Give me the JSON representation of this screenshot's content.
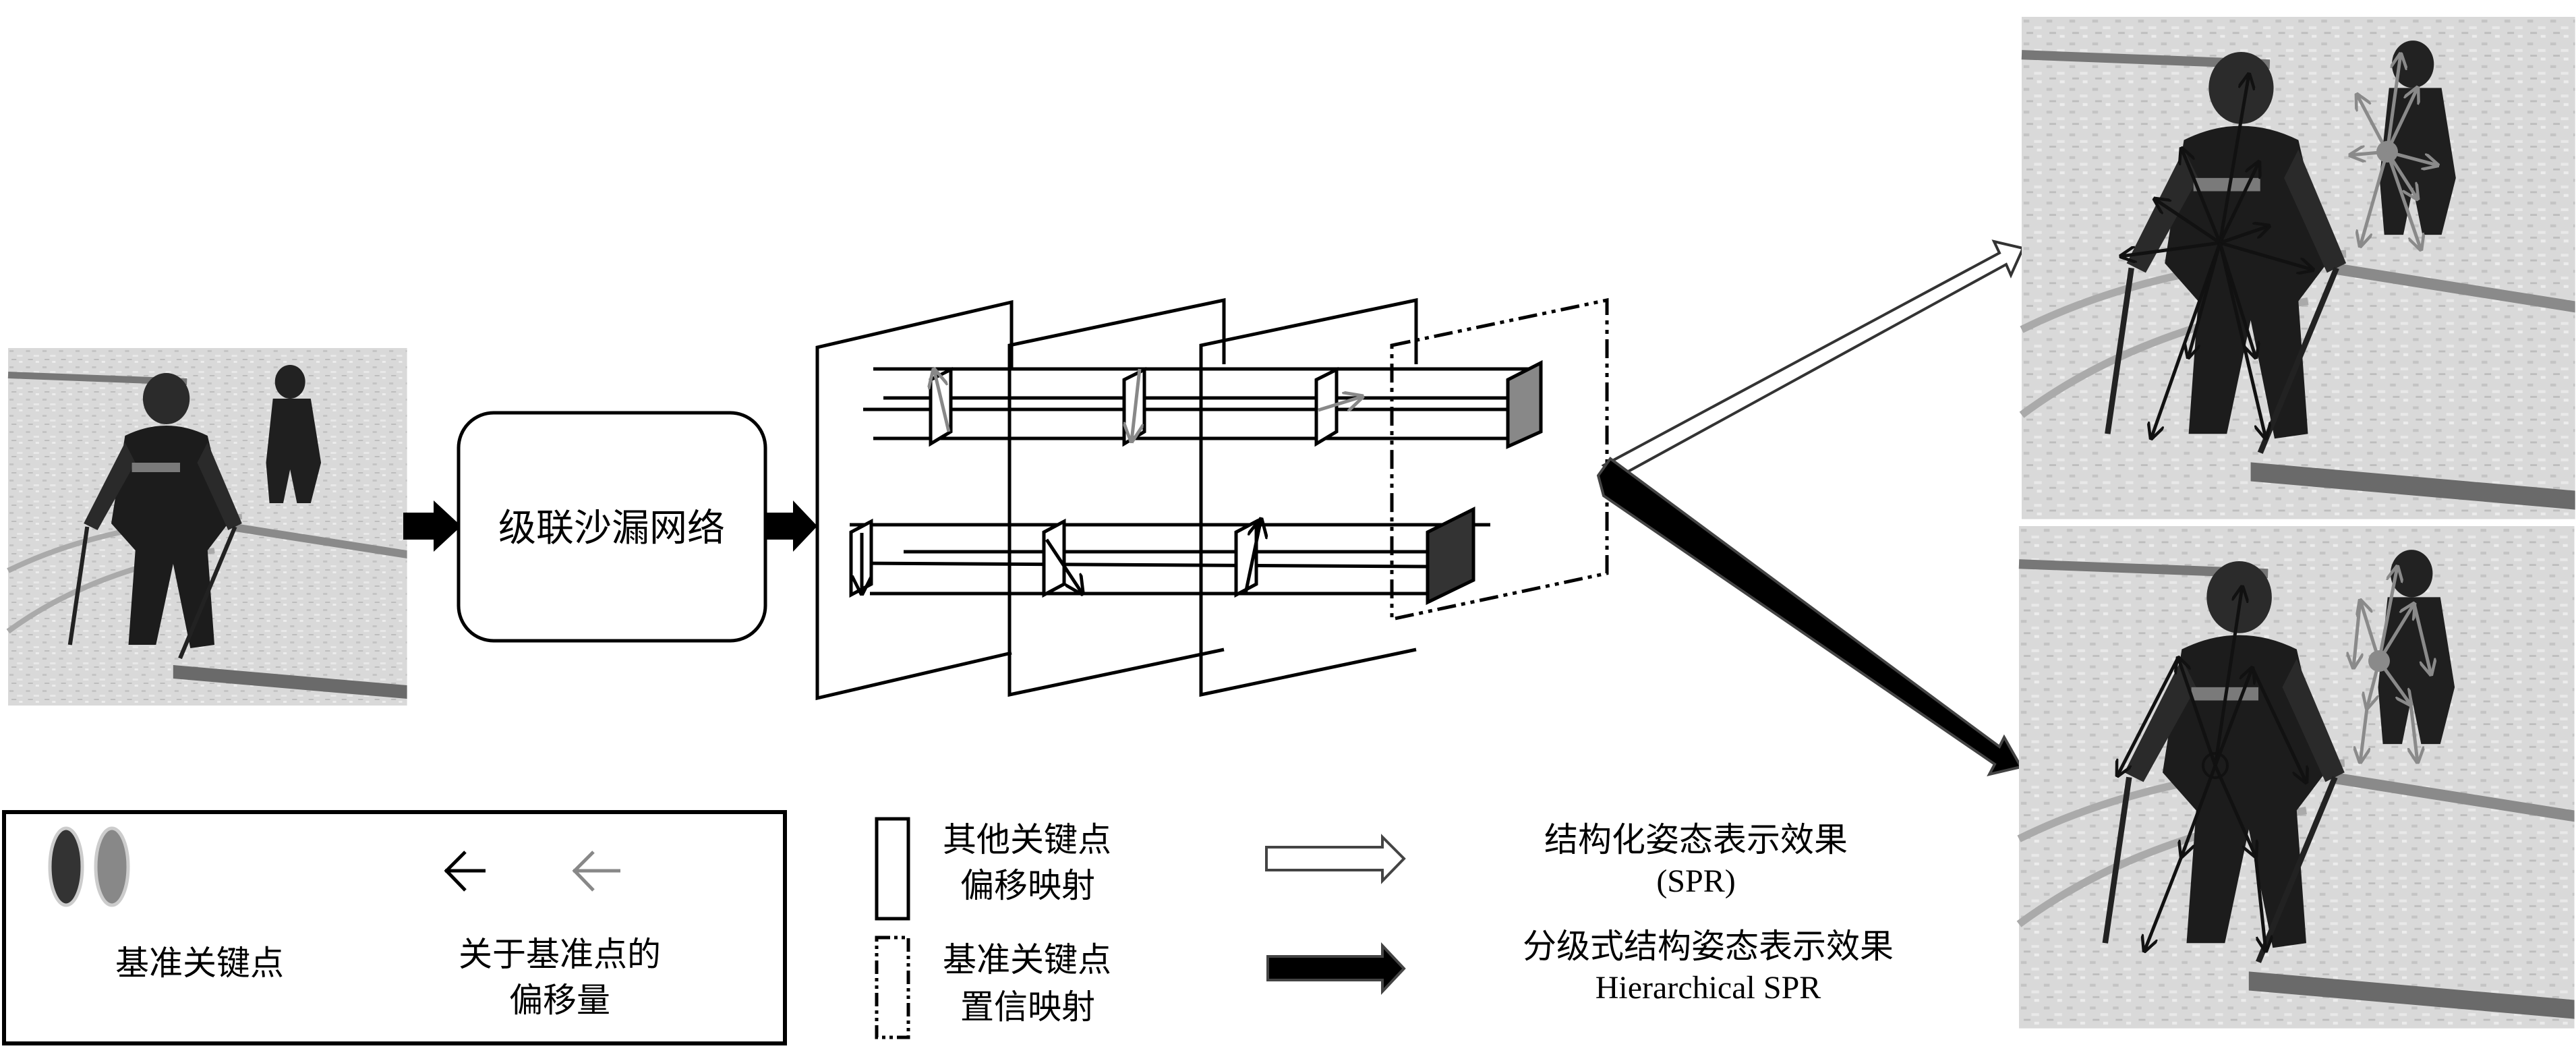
{
  "network_block": {
    "label": "级联沙漏网络"
  },
  "legend_box": {
    "baseline_keypoint_label": "基准关键点",
    "offset_label_line1": "关于基准点的",
    "offset_label_line2": "偏移量",
    "colors": {
      "dark_keypoint": "#333333",
      "gray_keypoint": "#888888",
      "dark_arrow": "#000000",
      "gray_arrow": "#888888"
    }
  },
  "legend_maps": {
    "offset_map_line1": "其他关键点",
    "offset_map_line2": "偏移映射",
    "confidence_map_line1": "基准关键点",
    "confidence_map_line2": "置信映射"
  },
  "legend_results": {
    "spr_line1": "结构化姿态表示效果",
    "spr_line2": "(SPR)",
    "hspr_line1": "分级式结构姿态表示效果",
    "hspr_line2": "Hierarchical SPR"
  },
  "images": {
    "input": "input-skiing-photo",
    "output_spr": "spr-result-photo",
    "output_hspr": "hierarchical-spr-result-photo"
  },
  "colors": {
    "snow": "#d6d6d6",
    "figure": "#1e1e1e",
    "gray_group": "#8a8a8a",
    "dark_group": "#333333"
  }
}
